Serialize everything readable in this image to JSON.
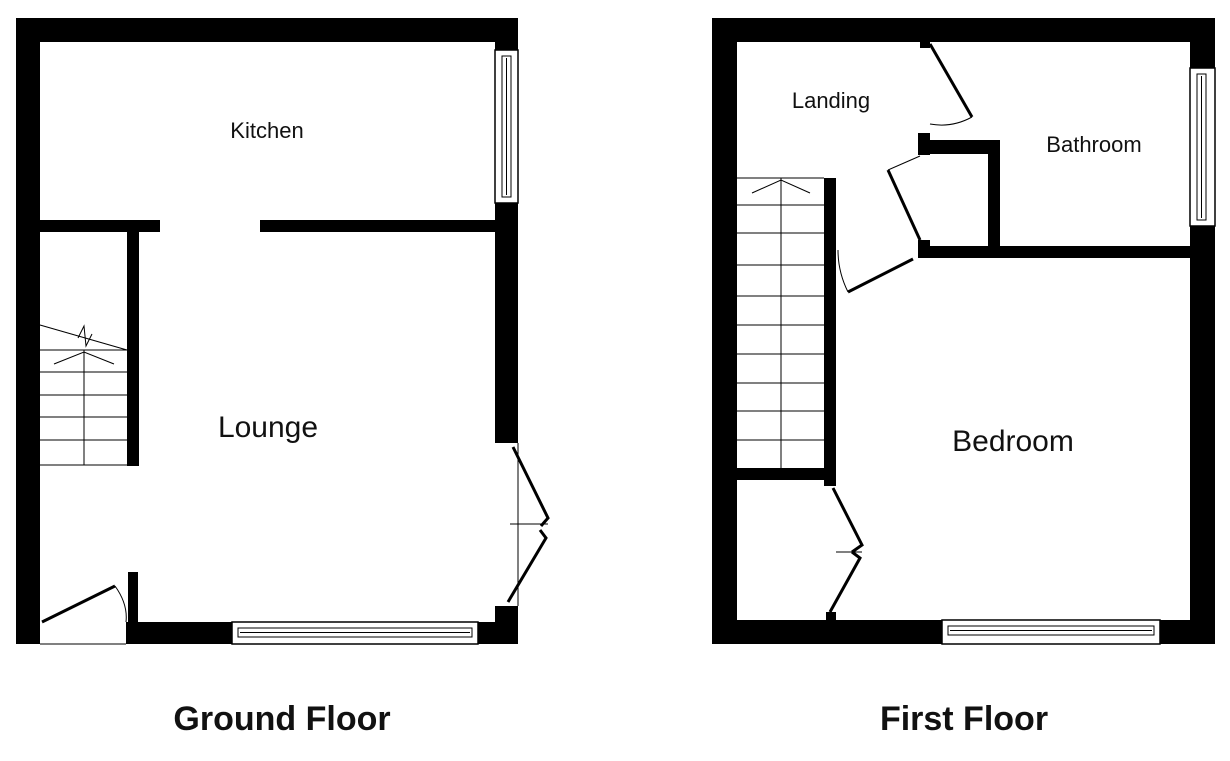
{
  "ground_floor": {
    "title": "Ground Floor",
    "rooms": {
      "kitchen": "Kitchen",
      "lounge": "Lounge"
    }
  },
  "first_floor": {
    "title": "First Floor",
    "rooms": {
      "landing": "Landing",
      "bathroom": "Bathroom",
      "bedroom": "Bedroom"
    }
  },
  "colors": {
    "wall": "#000000",
    "background": "#ffffff",
    "lines": "#000000"
  }
}
